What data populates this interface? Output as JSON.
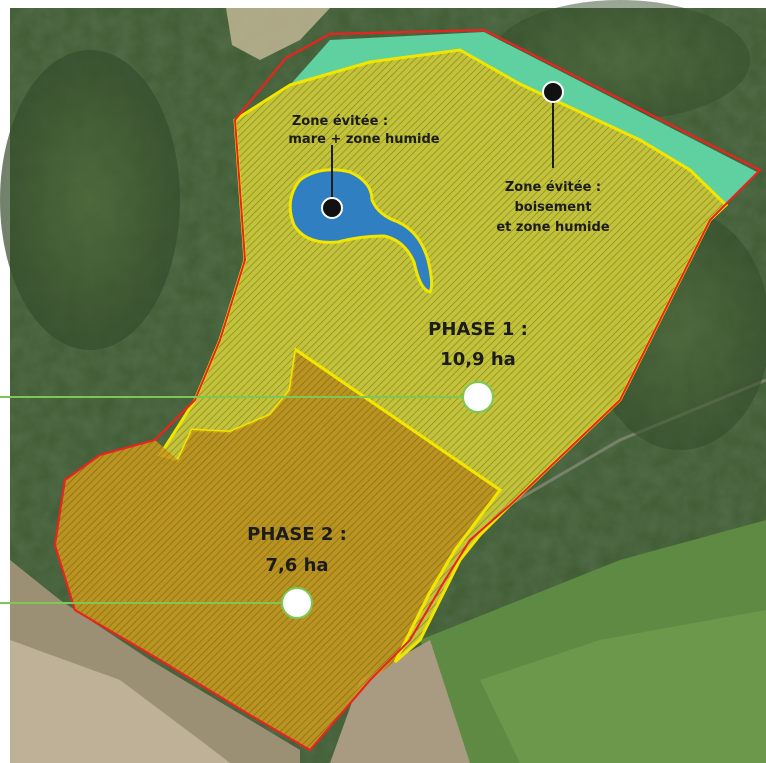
{
  "map": {
    "zones": {
      "phase1": {
        "title": "PHASE 1 :",
        "area": "10,9 ha"
      },
      "phase2": {
        "title": "PHASE 2 :",
        "area": "7,6 ha"
      },
      "pond": {
        "line1": "Zone évitée :",
        "line2": "mare + zone humide"
      },
      "woodland": {
        "line1": "Zone évitée :",
        "line2": "boisement",
        "line3": "et zone humide"
      }
    },
    "colors": {
      "site_boundary": "#e8241f",
      "phase_outline": "#f2e600",
      "phase1_fill": "#d8d43a",
      "phase2_fill": "#c99a1c",
      "pond_fill": "#2f7fc1",
      "woodland_fill": "#5fd0a0",
      "callout_line": "#7dc855"
    }
  }
}
